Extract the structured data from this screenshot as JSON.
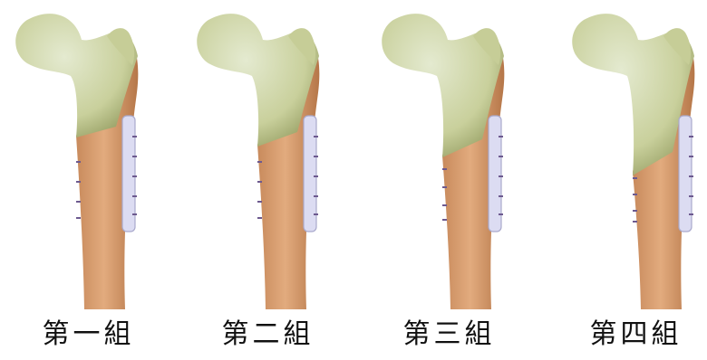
{
  "groups": [
    {
      "label": "第一組"
    },
    {
      "label": "第二組"
    },
    {
      "label": "第三組"
    },
    {
      "label": "第四組"
    }
  ],
  "colors": {
    "head": "#d6ddb0",
    "head_shade": "#a9b27c",
    "shaft": "#d9a072",
    "shaft_shade": "#b97a4c",
    "plate": "#dcdcf2",
    "plate_edge": "#a9a9cc",
    "screw": "#6d5a8f"
  }
}
